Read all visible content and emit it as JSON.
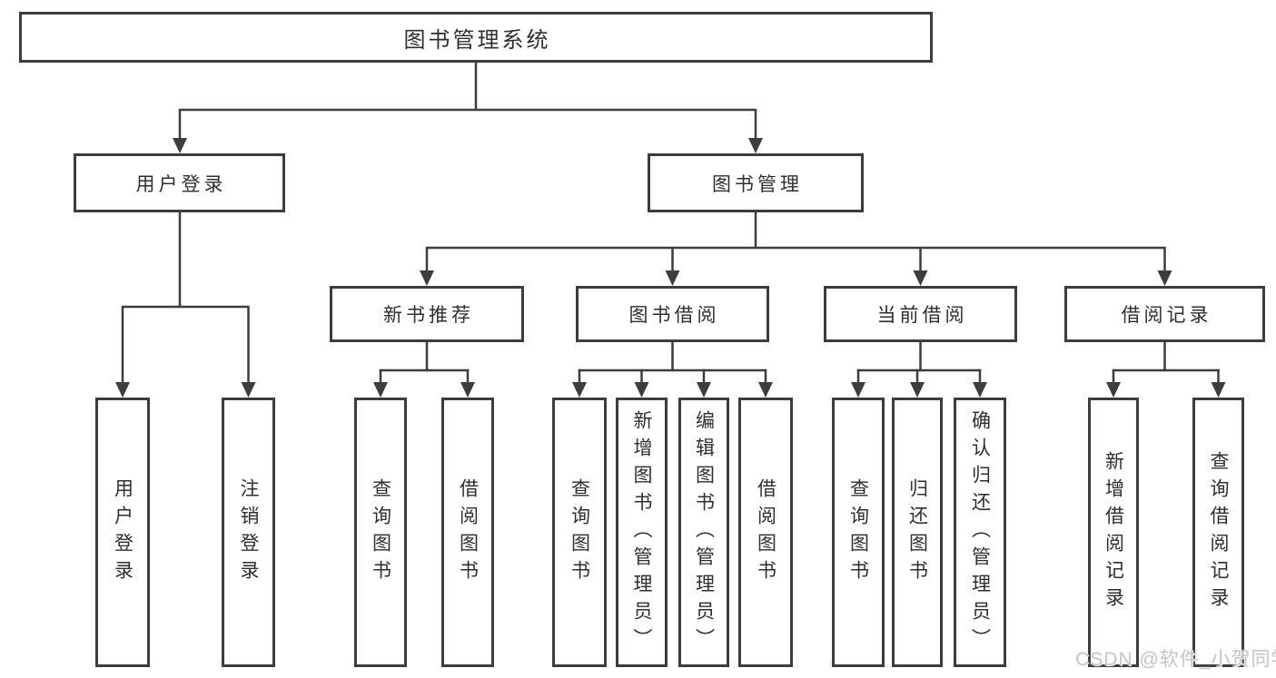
{
  "colors": {
    "line": "#3d3d3d",
    "box_border": "#3d3d3d",
    "text": "#2f2f2f",
    "watermark": "#c7c7c7",
    "background": "#ffffff"
  },
  "tree": {
    "root": {
      "label": "图书管理系统"
    },
    "level2": [
      {
        "label": "用户登录",
        "children": [
          {
            "label": "用户登录"
          },
          {
            "label": "注销登录"
          }
        ]
      },
      {
        "label": "图书管理",
        "children": [
          {
            "label": "新书推荐",
            "children": [
              {
                "label": "查询图书"
              },
              {
                "label": "借阅图书"
              }
            ]
          },
          {
            "label": "图书借阅",
            "children": [
              {
                "label": "查询图书"
              },
              {
                "label": "新增图书（管理员）"
              },
              {
                "label": "编辑图书（管理员）"
              },
              {
                "label": "借阅图书"
              }
            ]
          },
          {
            "label": "当前借阅",
            "children": [
              {
                "label": "查询图书"
              },
              {
                "label": "归还图书"
              },
              {
                "label": "确认归还（管理员）"
              }
            ]
          },
          {
            "label": "借阅记录",
            "children": [
              {
                "label": "新增借阅记录"
              },
              {
                "label": "查询借阅记录"
              }
            ]
          }
        ]
      }
    ]
  },
  "watermark": {
    "text": "CSDN @软件_小贺同学"
  }
}
